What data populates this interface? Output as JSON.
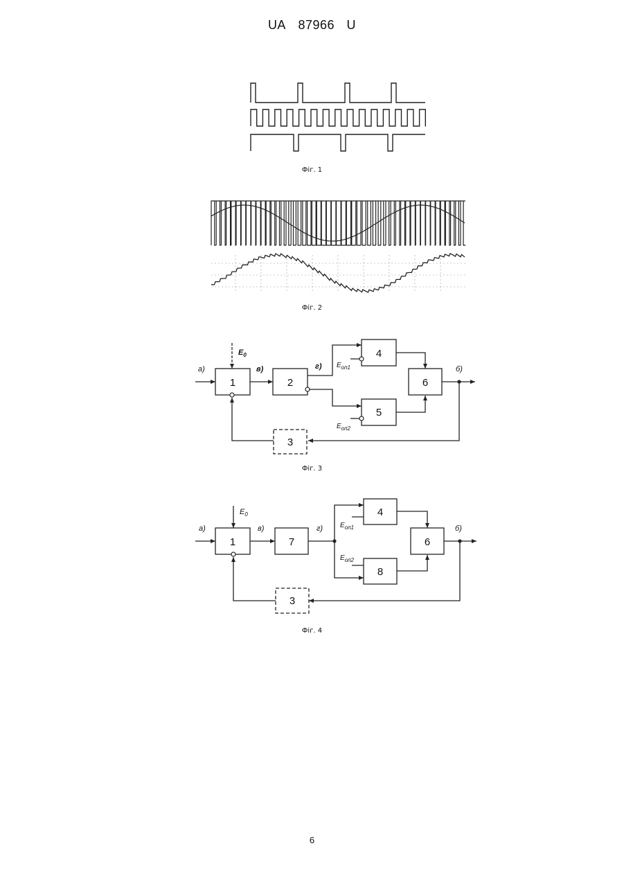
{
  "header": {
    "doc_prefix": "UA",
    "doc_number": "87966",
    "doc_suffix": "U"
  },
  "figures": {
    "fig1": {
      "caption": "Фіг. 1"
    },
    "fig2": {
      "caption": "Фіг. 2"
    },
    "fig3": {
      "caption": "Фіг. 3",
      "blocks": [
        "1",
        "2",
        "3",
        "4",
        "5",
        "6"
      ],
      "labels": {
        "in": "а)",
        "out": "б)",
        "mid1": "в)",
        "mid2": "г)"
      },
      "ref_e0": "E0",
      "ref_eon1": "Eоп1",
      "ref_eon2": "Eоп2"
    },
    "fig4": {
      "caption": "Фіг. 4",
      "blocks": [
        "1",
        "7",
        "3",
        "4",
        "8",
        "6"
      ],
      "labels": {
        "in": "а)",
        "out": "б)",
        "mid1": "в)",
        "mid2": "г)"
      },
      "ref_e0": "E0",
      "ref_eon1": "Eоп1",
      "ref_eon2": "Eоп2"
    }
  },
  "page_number": "6"
}
